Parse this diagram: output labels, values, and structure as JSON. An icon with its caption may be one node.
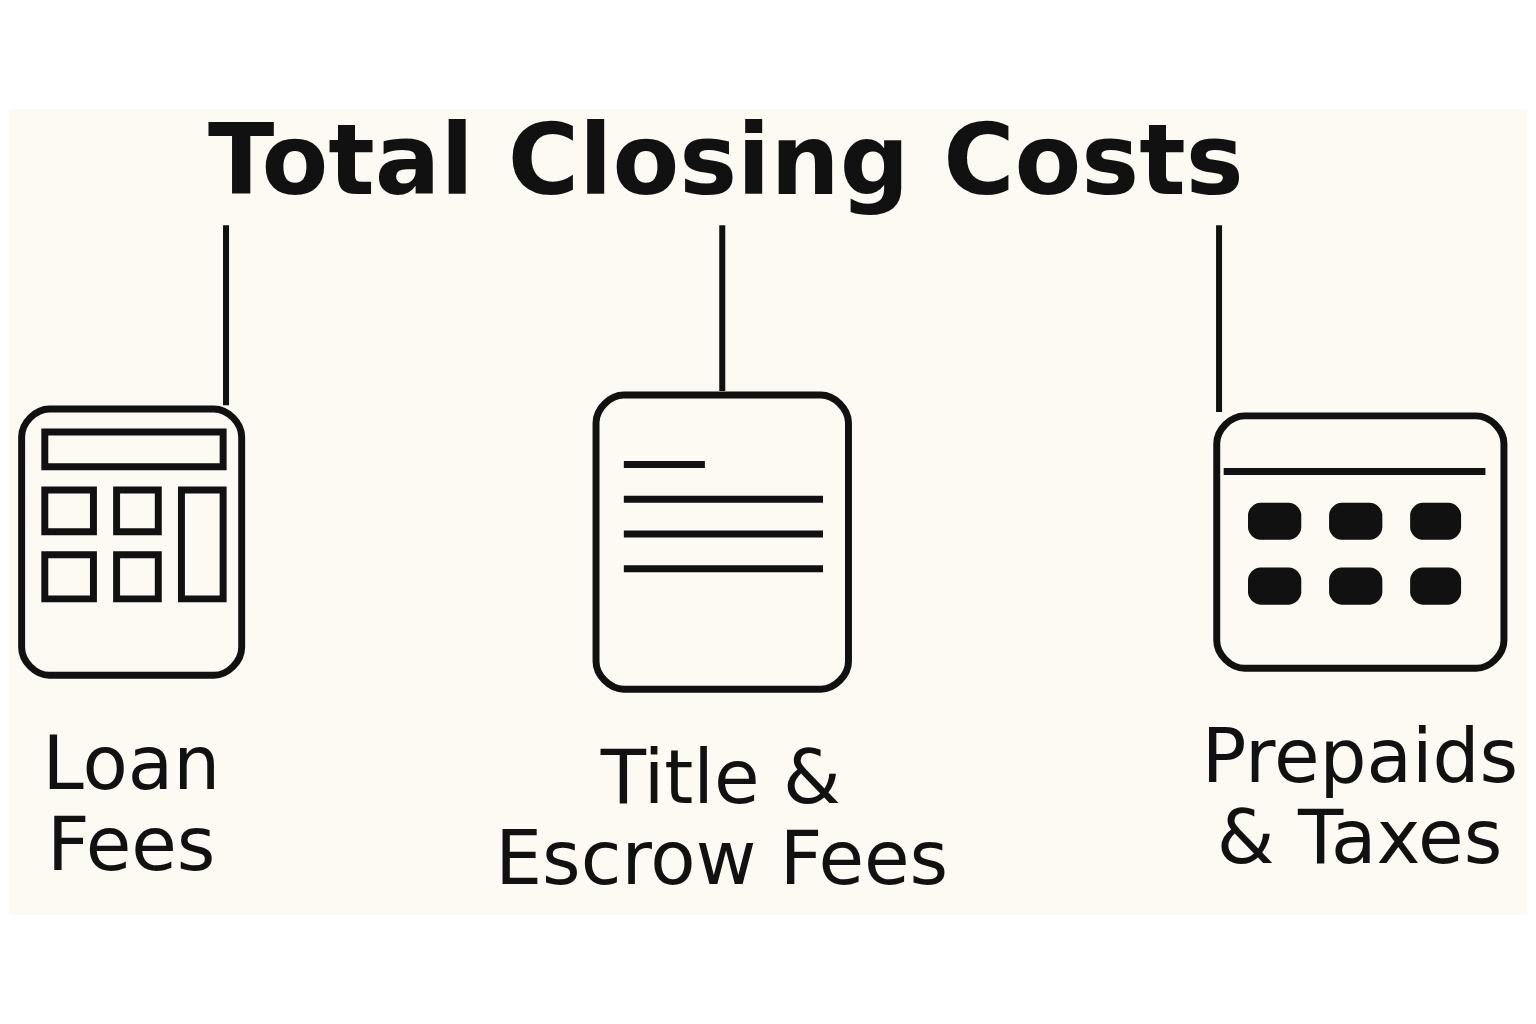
{
  "diagram": {
    "nodes": [
      {
        "text": [
          "Total Closing Costs"
        ]
      },
      {
        "text": [],
        "shape": "picture",
        "beside": [
          "Loan Fees"
        ]
      },
      {
        "text": [],
        "shape": "picture",
        "beside": [
          "Title & Escrow Fees"
        ]
      },
      {
        "text": [],
        "shape": "picture",
        "beside": [
          "Prepaids & Taxes"
        ]
      }
    ],
    "edges": [
      {
        "from": 0,
        "to": 1,
        "arrow": "none"
      },
      {
        "from": 0,
        "to": 2,
        "arrow": "none"
      },
      {
        "from": 0,
        "to": 3,
        "arrow": "none"
      }
    ]
  }
}
